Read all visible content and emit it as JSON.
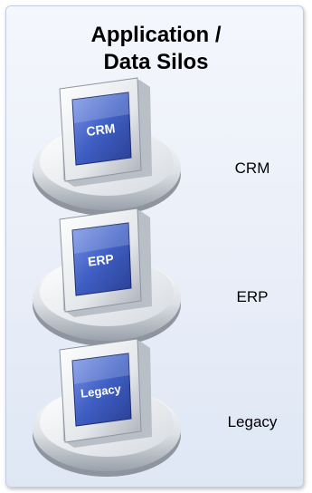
{
  "title": {
    "line1": "Application /",
    "line2": "Data Silos"
  },
  "silos": [
    {
      "icon_text": "CRM",
      "label": "CRM"
    },
    {
      "icon_text": "ERP",
      "label": "ERP"
    },
    {
      "icon_text": "Legacy",
      "label": "Legacy"
    }
  ],
  "colors": {
    "screen_blue": "#3f5fc4",
    "panel_border": "#c3cee4"
  }
}
